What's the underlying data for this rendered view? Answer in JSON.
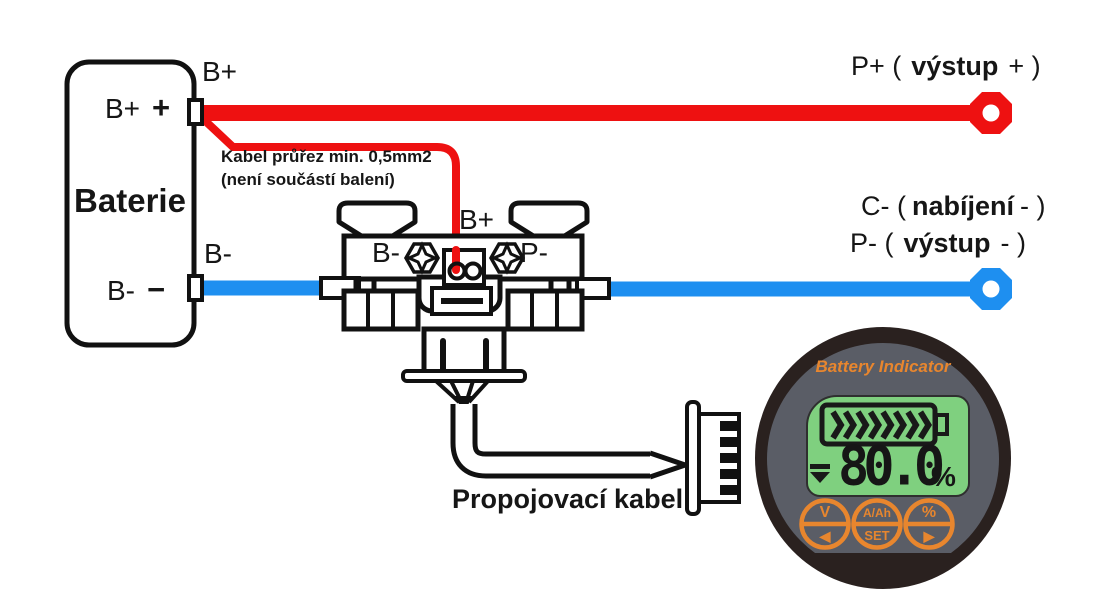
{
  "colors": {
    "positive_wire_red": "#ee1111",
    "negative_wire_blue": "#1e8ff0",
    "line_black": "#111111",
    "indicator_face_gray": "#5a5d66",
    "indicator_ring_black": "#2a211f",
    "indicator_accent_orange": "#e8862e",
    "lcd_green": "#7fd07f"
  },
  "battery": {
    "name": "Baterie",
    "pos_label": "B+",
    "pos_sign": "+",
    "neg_label": "B-",
    "neg_sign": "−",
    "pos_terminal_label": "B+",
    "neg_terminal_label": "B-"
  },
  "cable_note": {
    "line1": "Kabel průřez min. 0,5mm2",
    "line2": "(není součástí balení)"
  },
  "shunt": {
    "b_plus": "B+",
    "b_minus": "B-",
    "p_minus": "P-"
  },
  "outputs": {
    "p_plus": {
      "pre": "P+ (",
      "emph": "výstup",
      "post": "+ )"
    },
    "c_minus": {
      "pre": "C- (",
      "emph": "nabíjení",
      "post": "- )"
    },
    "p_minus": {
      "pre": "P- (",
      "emph": "výstup",
      "post": "- )"
    }
  },
  "cable_label": "Propojovací kabel",
  "indicator": {
    "title": "Battery Indicator",
    "battery_gauge_segments": 8,
    "reading": "80.0",
    "unit": "%",
    "buttons": [
      {
        "top": "V",
        "bottom": "◀"
      },
      {
        "top": "A/Ah",
        "bottom": "SET"
      },
      {
        "top": "%",
        "bottom": "▶"
      }
    ]
  }
}
